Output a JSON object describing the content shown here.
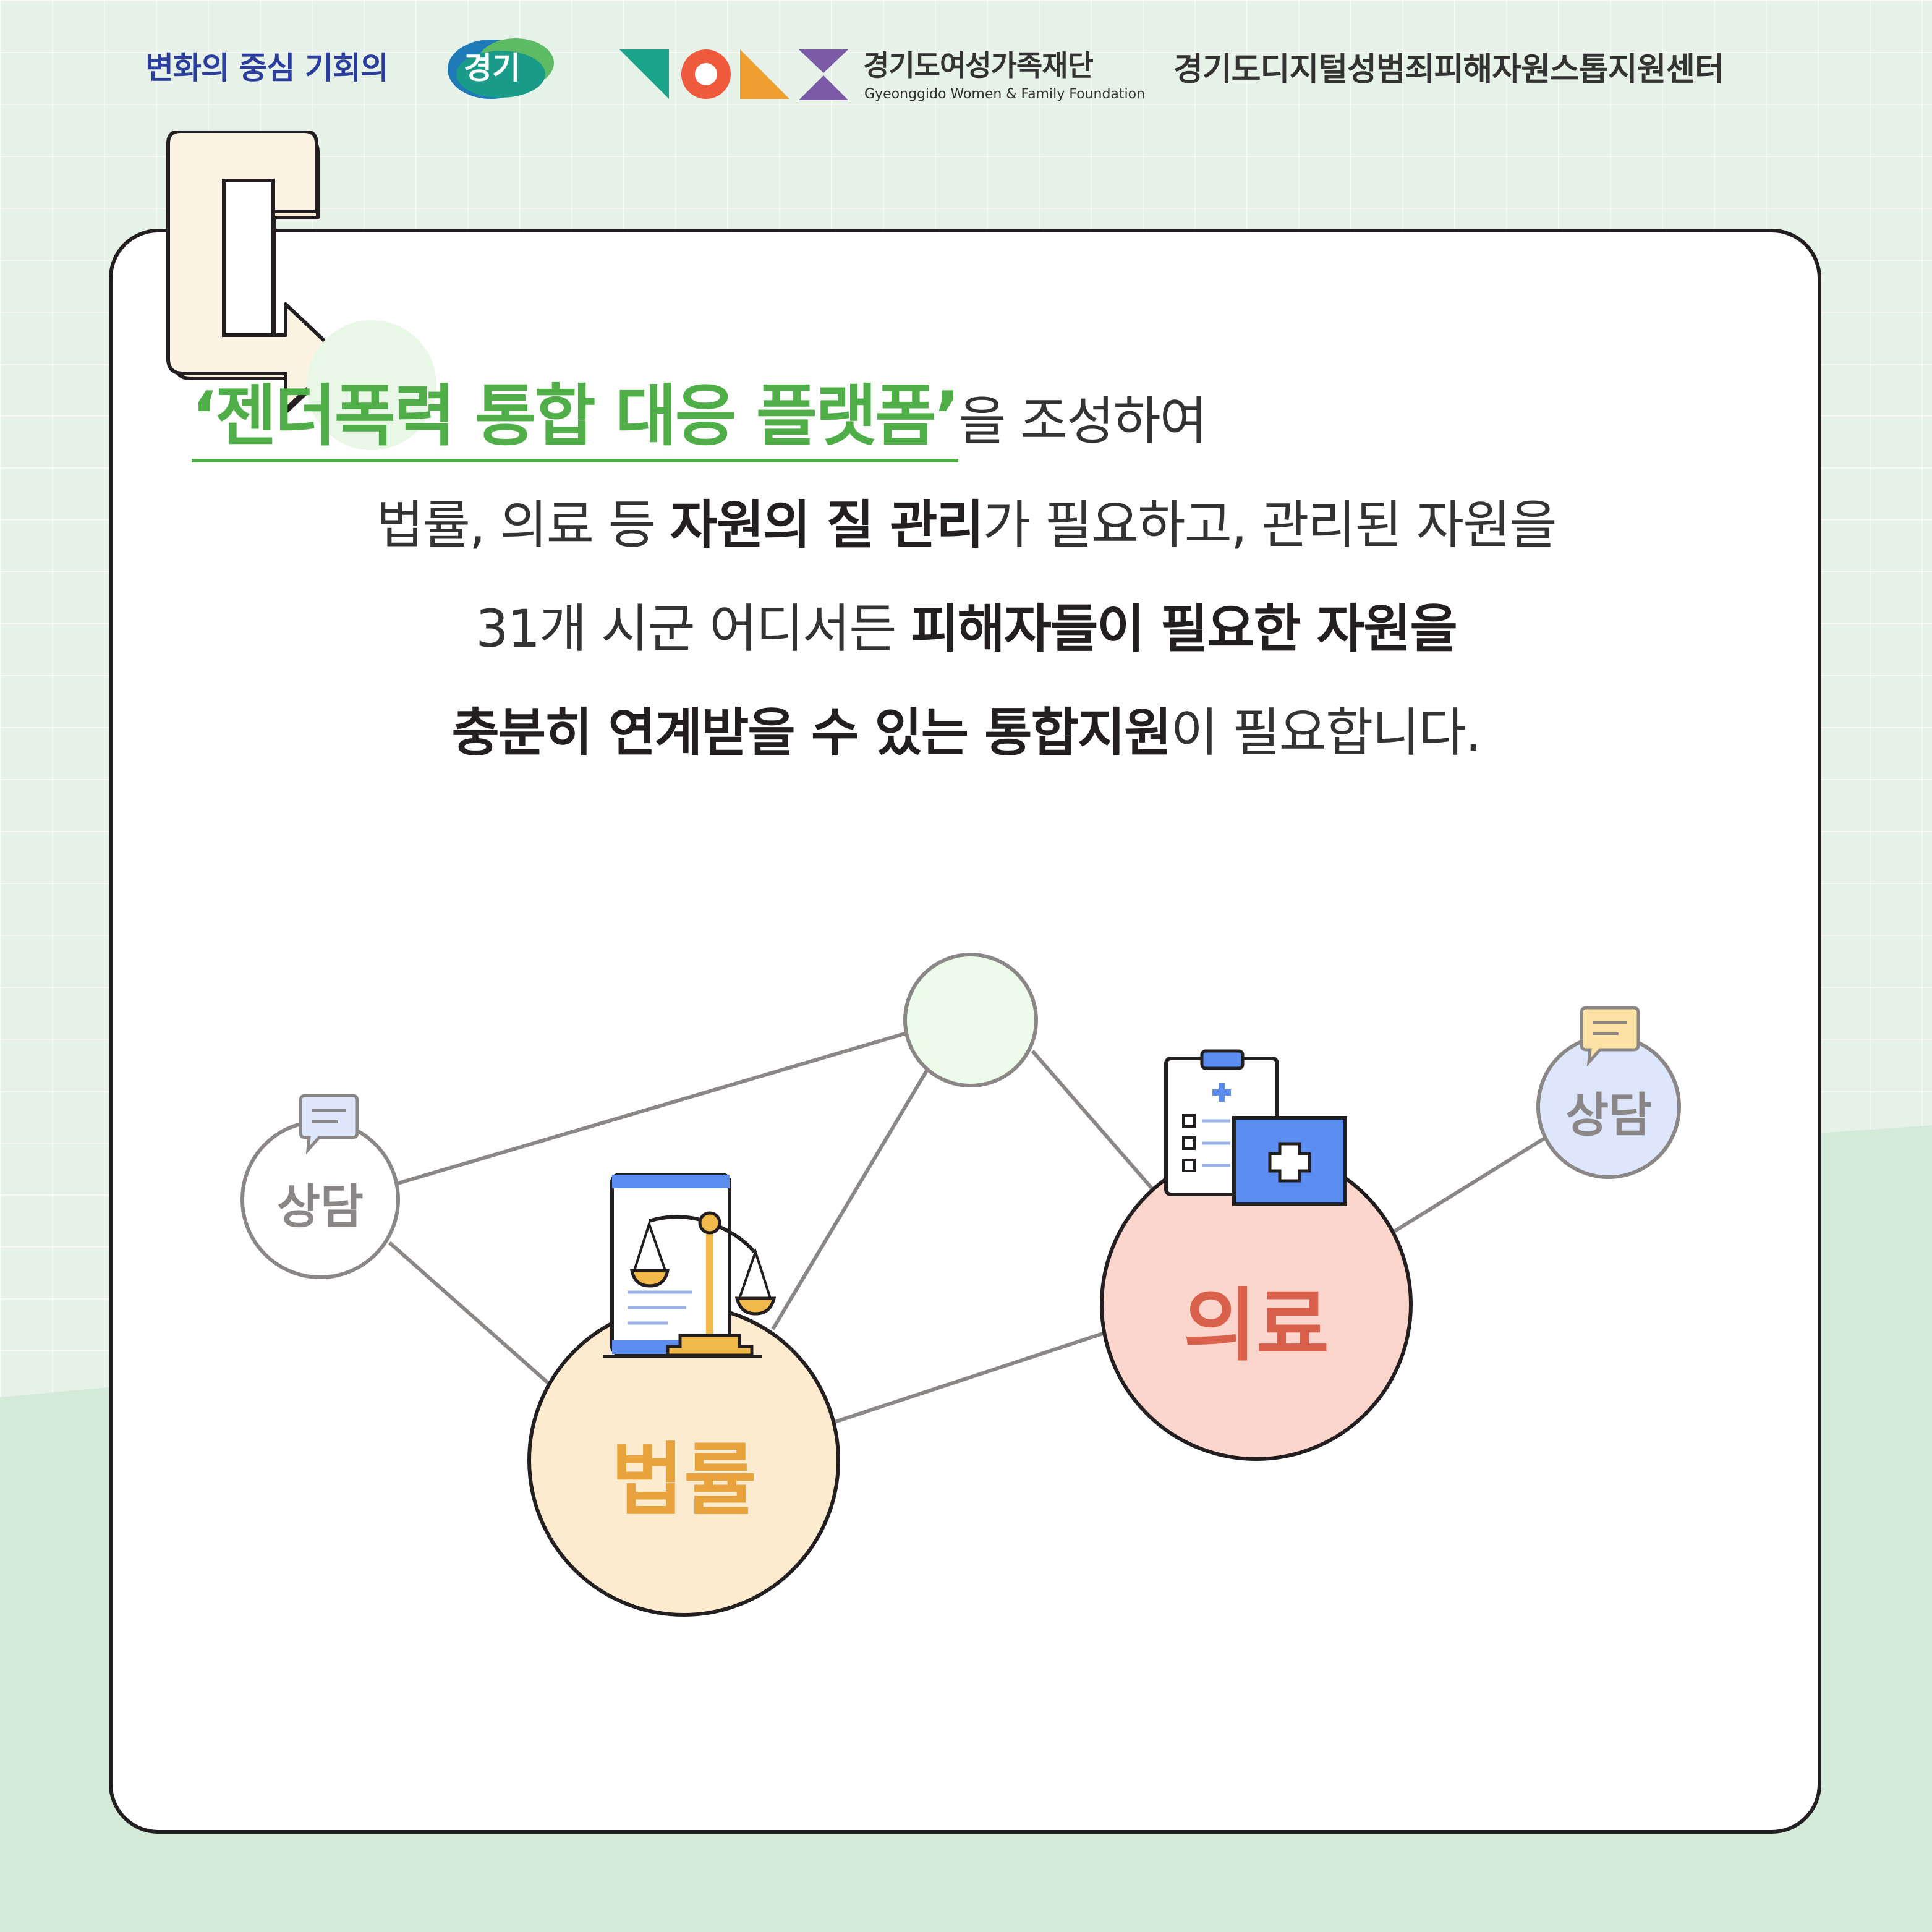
{
  "header": {
    "slogan": "변화의 중심 기회의",
    "slogan_badge": "경기",
    "foundation_name_kr": "경기도여성가족재단",
    "foundation_name_en": "Gyeonggido Women & Family Foundation",
    "center_name": "경기도디지털성범죄피해자원스톱지원센터"
  },
  "body": {
    "line1_highlight": "‘젠더폭력 통합 대응 플랫폼’",
    "line1_rest": "을 조성하여",
    "line2_a": "법률, 의료 등 ",
    "line2_bold": "자원의 질 관리",
    "line2_b": "가 필요하고, 관리된 자원을",
    "line3_a": "31개 시군 어디서든 ",
    "line3_bold": "피해자들이 필요한 자원을",
    "line4_bold": "충분히 연계받을 수 있는 통합지원",
    "line4_b": "이 필요합니다."
  },
  "diagram": {
    "node_law": "법률",
    "node_medical": "의료",
    "node_counsel_left": "상담",
    "node_counsel_right": "상담"
  },
  "colors": {
    "accent_green": "#4fae48",
    "law_fill": "#fdebcf",
    "law_text": "#e8a33d",
    "medical_fill": "#fcd5cc",
    "medical_text": "#d9604a",
    "counsel_right_fill": "#dde6fb",
    "top_node_fill": "#ecfbea"
  },
  "icons": [
    "legal-document-scale-icon",
    "medical-clipboard-icon",
    "first-aid-kit-icon",
    "speech-bubble-icon",
    "bent-arrow-icon"
  ]
}
